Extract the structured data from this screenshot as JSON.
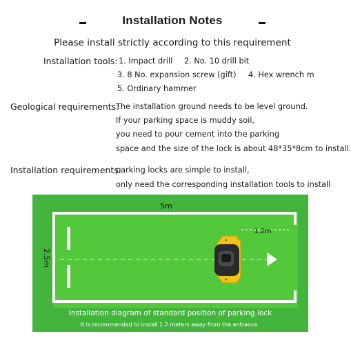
{
  "title": "Installation Notes",
  "subtitle": "Please install strictly according to this requirement",
  "tools": {
    "label": "Installation tools:",
    "items": [
      "1. Impact drill",
      "2. No. 10 drill bit",
      "3.  8 No. expansion screw (gift)",
      "4. Hex wrench   m",
      "5. Ordinary hammer"
    ]
  },
  "geology": {
    "label": "Geological requirements:",
    "lines": [
      "The installation ground needs to be level ground.",
      "If your parking space is muddy soil,",
      "you need to pour cement into the parking",
      "space and the size of the lock is about 48*35*8cm to install."
    ]
  },
  "install": {
    "label": "Installation requirements:",
    "lines": [
      "parking locks are simple to install,",
      "only need the corresponding installation tools to install"
    ]
  },
  "diagram": {
    "length_label": "5m",
    "width_label": "2.5m",
    "distance_label": "1.2m",
    "caption": "Installation diagram of standard position of parking lock",
    "note": "It is recommended to install 1.2 meters away from the entrance",
    "colors": {
      "grass": "#43b43c",
      "field": "#54c83b",
      "lines": "#ffffff",
      "lock_body": "#2a2a2a",
      "lock_frame": "#f2c21a"
    }
  }
}
